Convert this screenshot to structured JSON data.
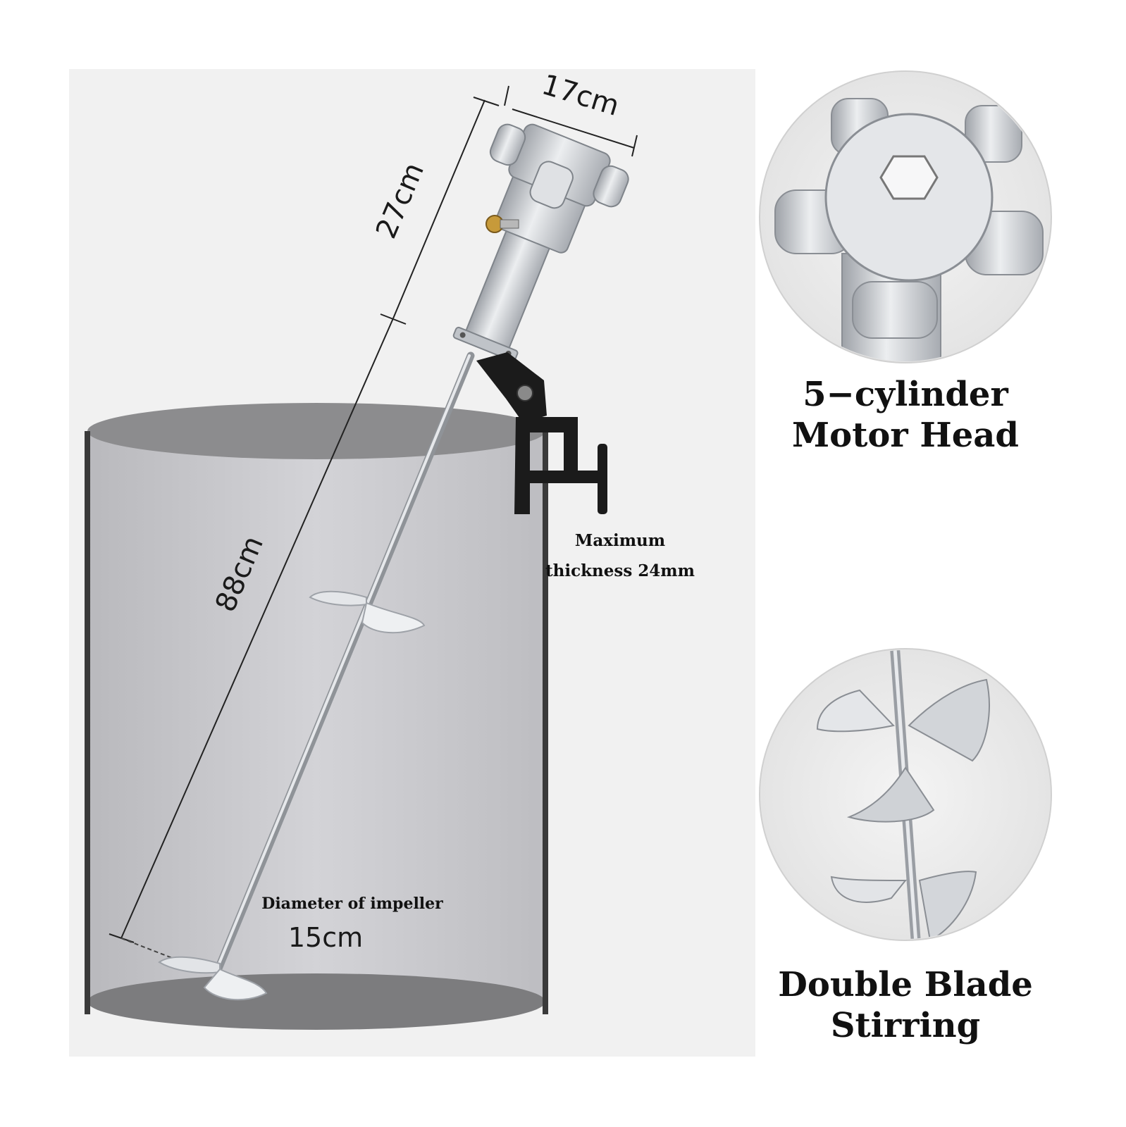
{
  "dimensions": {
    "head_width": "17cm",
    "head_height": "27cm",
    "total_length": "88cm",
    "impeller_title": "Diameter of impeller",
    "impeller_value": "15cm"
  },
  "clamp_note": {
    "line1": "Maximum",
    "line2": "thickness 24mm"
  },
  "features": [
    {
      "line1": "5−cylinder",
      "line2": "Motor Head"
    },
    {
      "line1": "Double Blade",
      "line2": "Stirring"
    }
  ],
  "colors": {
    "panel_bg": "#f1f1f1",
    "barrel_body": "#c9c9cd",
    "barrel_rim": "#8a8a8a",
    "barrel_wall": "#3a3a3a",
    "metal": "#d4d6da",
    "clamp": "#1b1b1b"
  }
}
